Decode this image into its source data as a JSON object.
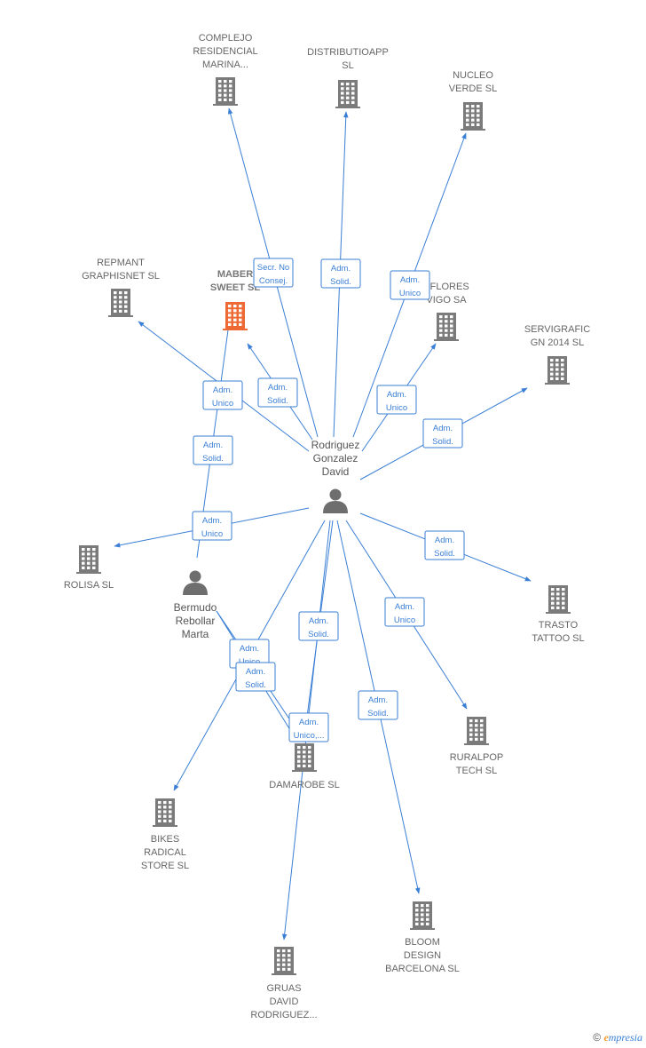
{
  "colors": {
    "edge": "#3a7fd5",
    "company": "#7b7b7b",
    "focus_company": "#ee6a35",
    "person": "#6e6e6e"
  },
  "nodes": [
    {
      "id": "complejo",
      "kind": "company",
      "label": [
        "COMPLEJO",
        "RESIDENCIAL",
        "MARINA..."
      ]
    },
    {
      "id": "distributioapp",
      "kind": "company",
      "label": [
        "DISTRIBUTIOAPP",
        "SL"
      ]
    },
    {
      "id": "nucleo",
      "kind": "company",
      "label": [
        "NUCLEO",
        "VERDE SL"
      ]
    },
    {
      "id": "repmant",
      "kind": "company",
      "label": [
        "REPMANT",
        "GRAPHISNET SL"
      ]
    },
    {
      "id": "maber",
      "kind": "focus",
      "label": [
        "MABER",
        "SWEET  SL"
      ]
    },
    {
      "id": "aflores",
      "kind": "company",
      "label": [
        "AFLORES",
        "VIGO SA"
      ]
    },
    {
      "id": "servigrafic",
      "kind": "company",
      "label": [
        "SERVIGRAFIC",
        "GN 2014  SL"
      ]
    },
    {
      "id": "rodriguez",
      "kind": "person",
      "label": [
        "Rodriguez",
        "Gonzalez",
        "David"
      ]
    },
    {
      "id": "rolisa",
      "kind": "company",
      "label": [
        "ROLISA  SL"
      ]
    },
    {
      "id": "bermudo",
      "kind": "person",
      "label": [
        "Bermudo",
        "Rebollar",
        "Marta"
      ]
    },
    {
      "id": "trasto",
      "kind": "company",
      "label": [
        "TRASTO",
        "TATTOO SL"
      ]
    },
    {
      "id": "ruralpop",
      "kind": "company",
      "label": [
        "RURALPOP",
        "TECH  SL"
      ]
    },
    {
      "id": "damarobe",
      "kind": "company",
      "label": [
        "DAMAROBE  SL"
      ]
    },
    {
      "id": "bikes",
      "kind": "company",
      "label": [
        "BIKES",
        "RADICAL",
        "STORE SL"
      ]
    },
    {
      "id": "bloom",
      "kind": "company",
      "label": [
        "BLOOM",
        "DESIGN",
        "BARCELONA SL"
      ]
    },
    {
      "id": "gruas",
      "kind": "company",
      "label": [
        "GRUAS",
        "DAVID",
        "RODRIGUEZ..."
      ]
    }
  ],
  "edges": [
    {
      "from": "rodriguez",
      "to": "complejo",
      "badge": [
        "Secr.  No",
        "Consej."
      ]
    },
    {
      "from": "rodriguez",
      "to": "distributioapp",
      "badge": [
        "Adm.",
        "Solid."
      ]
    },
    {
      "from": "rodriguez",
      "to": "nucleo",
      "badge": [
        "Adm.",
        "Unico"
      ]
    },
    {
      "from": "rodriguez",
      "to": "repmant",
      "badge": [
        "Adm.",
        "Unico"
      ]
    },
    {
      "from": "rodriguez",
      "to": "maber",
      "badge": [
        "Adm.",
        "Solid."
      ]
    },
    {
      "from": "bermudo",
      "to": "maber",
      "badge": [
        "Adm.",
        "Solid."
      ]
    },
    {
      "from": "rodriguez",
      "to": "aflores",
      "badge": [
        "Adm.",
        "Unico"
      ]
    },
    {
      "from": "rodriguez",
      "to": "servigrafic",
      "badge": [
        "Adm.",
        "Solid."
      ]
    },
    {
      "from": "rodriguez",
      "to": "rolisa",
      "badge": [
        "Adm.",
        "Unico"
      ]
    },
    {
      "from": "rodriguez",
      "to": "trasto",
      "badge": [
        "Adm.",
        "Solid."
      ]
    },
    {
      "from": "rodriguez",
      "to": "ruralpop",
      "badge": [
        "Adm.",
        "Unico"
      ]
    },
    {
      "from": "rodriguez",
      "to": "damarobe",
      "badge": [
        "Adm.",
        "Solid."
      ]
    },
    {
      "from": "bermudo",
      "to": "damarobe",
      "badge": [
        "Adm.",
        "Unico"
      ]
    },
    {
      "from": "bermudo",
      "to": "damarobe",
      "badge": [
        "Adm.",
        "Solid."
      ]
    },
    {
      "from": "rodriguez",
      "to": "gruas",
      "badge": [
        "Adm.",
        "Unico,..."
      ]
    },
    {
      "from": "rodriguez",
      "to": "bikes",
      "badge": []
    },
    {
      "from": "rodriguez",
      "to": "bloom",
      "badge": [
        "Adm.",
        "Solid."
      ]
    }
  ],
  "footer": {
    "copyright_symbol": "©",
    "brand_initial": "e",
    "brand_rest": "mpresia"
  }
}
